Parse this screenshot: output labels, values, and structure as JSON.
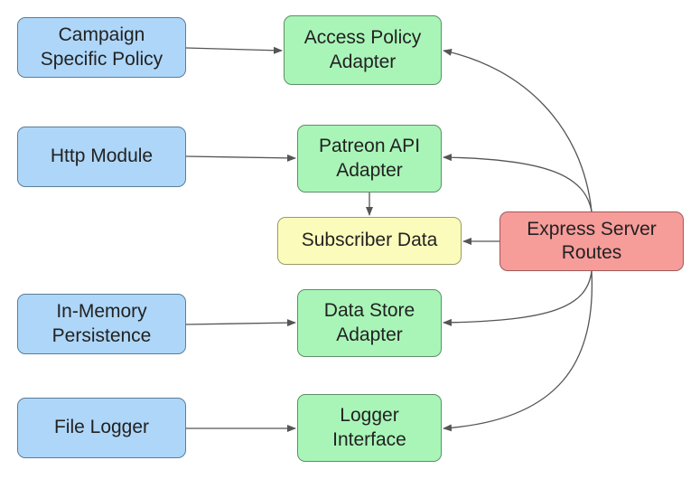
{
  "diagram": {
    "nodes": {
      "campaign_policy": "Campaign\nSpecific Policy",
      "http_module": "Http Module",
      "in_memory_persistence": "In-Memory\nPersistence",
      "file_logger": "File Logger",
      "access_policy_adapter": "Access Policy\nAdapter",
      "patreon_api_adapter": "Patreon API\nAdapter",
      "subscriber_data": "Subscriber Data",
      "data_store_adapter": "Data Store\nAdapter",
      "logger_interface": "Logger\nInterface",
      "express_server_routes": "Express Server\nRoutes"
    },
    "edges": [
      {
        "from": "campaign_policy",
        "to": "access_policy_adapter"
      },
      {
        "from": "http_module",
        "to": "patreon_api_adapter"
      },
      {
        "from": "in_memory_persistence",
        "to": "data_store_adapter"
      },
      {
        "from": "file_logger",
        "to": "logger_interface"
      },
      {
        "from": "patreon_api_adapter",
        "to": "subscriber_data"
      },
      {
        "from": "express_server_routes",
        "to": "subscriber_data"
      },
      {
        "from": "express_server_routes",
        "to": "access_policy_adapter"
      },
      {
        "from": "express_server_routes",
        "to": "patreon_api_adapter"
      },
      {
        "from": "express_server_routes",
        "to": "data_store_adapter"
      },
      {
        "from": "express_server_routes",
        "to": "logger_interface"
      }
    ],
    "colors": {
      "dependency": "#aed6f8",
      "adapter": "#a9f5b8",
      "data": "#fbfcbb",
      "routes": "#f69c99",
      "arrow": "#555555"
    }
  }
}
